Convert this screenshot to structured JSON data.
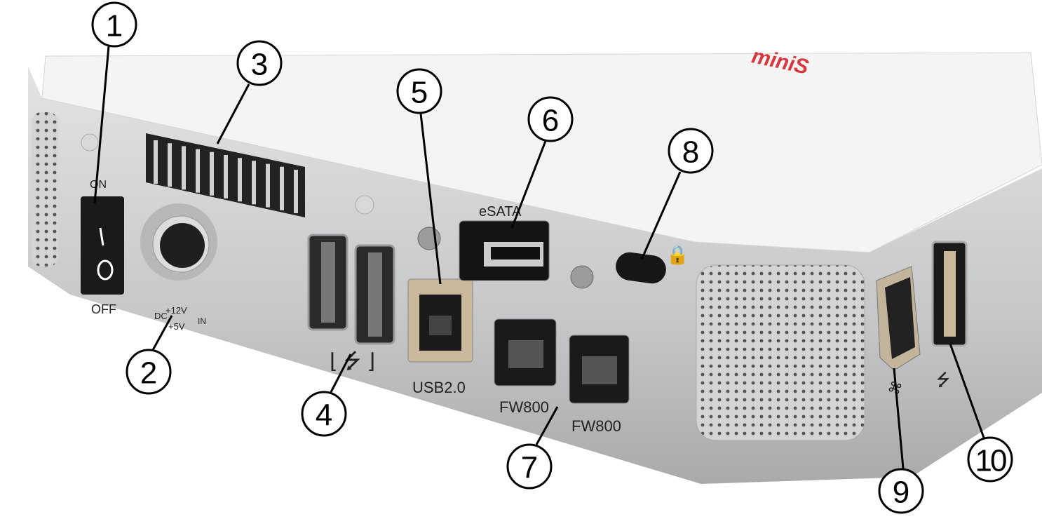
{
  "logo": {
    "text": "miniS",
    "color": "#d9363e"
  },
  "colors": {
    "body": "#c9cacc",
    "top": "#f4f4f4",
    "port": "#1a1a1a",
    "callout": "#000000"
  },
  "labels": {
    "switch_on": "ON",
    "switch_off": "OFF",
    "dc_prefix": "DC",
    "dc_12v": "+12V",
    "dc_5v": "+5V",
    "dc_in": "IN",
    "esata": "eSATA",
    "usb2": "USB2.0",
    "fw800_a": "FW800",
    "fw800_b": "FW800"
  },
  "callouts": [
    {
      "number": "1",
      "target": "power-switch"
    },
    {
      "number": "2",
      "target": "dc-power-input"
    },
    {
      "number": "3",
      "target": "air-vent"
    },
    {
      "number": "4",
      "target": "usb-host-ports"
    },
    {
      "number": "5",
      "target": "usb-b-port"
    },
    {
      "number": "6",
      "target": "esata-port"
    },
    {
      "number": "7",
      "target": "firewire-800-ports"
    },
    {
      "number": "8",
      "target": "security-lock-slot"
    },
    {
      "number": "9",
      "target": "firewire-400-port"
    },
    {
      "number": "10",
      "target": "side-usb-port"
    }
  ]
}
